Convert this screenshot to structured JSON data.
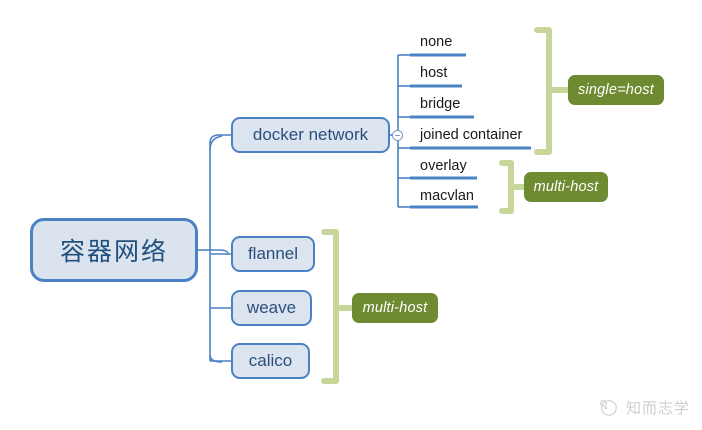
{
  "diagram": {
    "type": "mindmap",
    "title": "容器网络",
    "background": "#ffffff",
    "colors": {
      "node_fill": "#dce4ef",
      "node_border": "#4a82c4",
      "connector_blue": "#4a82c4",
      "bracket_green": "#c7d79c",
      "tag_fill": "#6f8b32",
      "tag_text": "#ffffff",
      "leaf_underline": "#4a82c4",
      "text_dark": "#1a1a1a"
    },
    "root": {
      "label": "容器网络"
    },
    "branches": [
      {
        "label": "docker network",
        "collapse_icon": "minus-circle-icon"
      },
      {
        "label": "flannel"
      },
      {
        "label": "weave"
      },
      {
        "label": "calico"
      }
    ],
    "leaves": [
      {
        "label": "none"
      },
      {
        "label": "host"
      },
      {
        "label": "bridge"
      },
      {
        "label": "joined container"
      },
      {
        "label": "overlay"
      },
      {
        "label": "macvlan"
      }
    ],
    "tags": [
      {
        "label": "single=host",
        "group": "none, host, bridge, joined container"
      },
      {
        "label": "multi-host",
        "group": "overlay, macvlan"
      },
      {
        "label": "multi-host",
        "group": "flannel, weave, calico"
      }
    ]
  },
  "watermark": {
    "text": "知而志学",
    "icon": "circular-logo-icon"
  }
}
